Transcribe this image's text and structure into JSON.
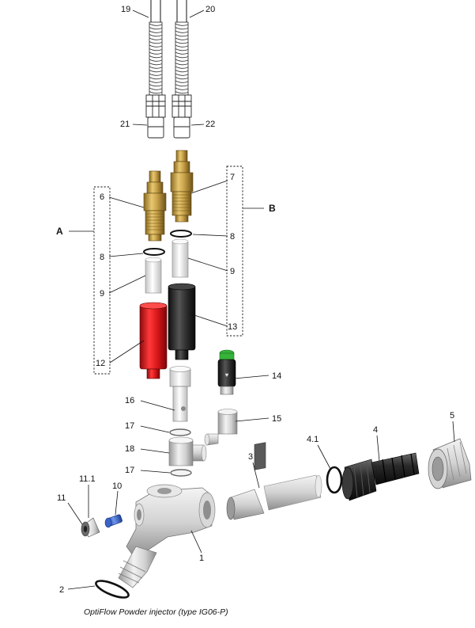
{
  "diagram": {
    "caption": "OptiFlow Powder injector (type IG06-P)",
    "group_labels": {
      "a": "A",
      "b": "B"
    },
    "part_labels": {
      "p1": "1",
      "p2": "2",
      "p3": "3",
      "p4": "4",
      "p4_1": "4.1",
      "p5": "5",
      "p6": "6",
      "p7": "7",
      "p8a": "8",
      "p8b": "8",
      "p9a": "9",
      "p9b": "9",
      "p10": "10",
      "p11": "11",
      "p11_1": "11.1",
      "p12": "12",
      "p13": "13",
      "p14": "14",
      "p15": "15",
      "p16": "16",
      "p17a": "17",
      "p17b": "17",
      "p18": "18",
      "p19": "19",
      "p20": "20",
      "p21": "21",
      "p22": "22"
    },
    "colors": {
      "brass": "#c9a24a",
      "red_sleeve": "#d8161a",
      "black_sleeve": "#2a2a2a",
      "green_cap": "#36b33a",
      "blue_screw": "#3a64c8",
      "grey_part": "#d6d6d6",
      "white_part": "#efefef"
    }
  }
}
